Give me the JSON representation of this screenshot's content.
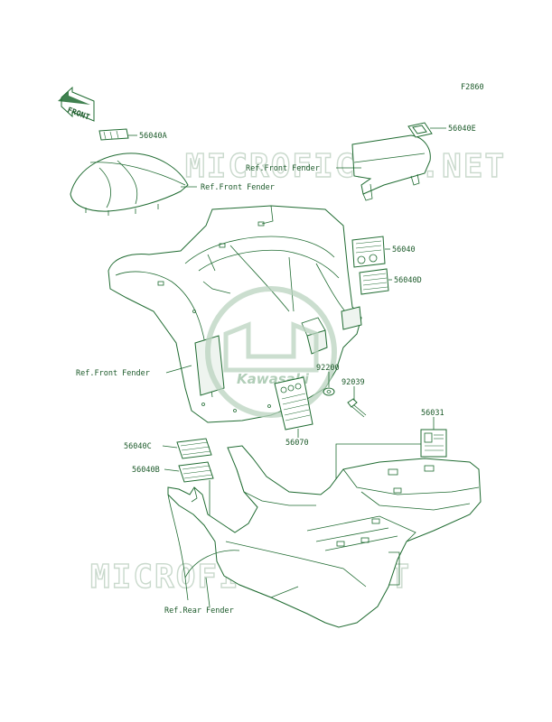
{
  "figure_code": "F2860",
  "front_arrow_text": "FRONT",
  "watermark_text": "MICROFICHES.NET",
  "logo_text": "Kawasaki",
  "labels": {
    "p56040A": "56040A",
    "p56040E": "56040E",
    "p56040": "56040",
    "p56040D": "56040D",
    "p92200": "92200",
    "p92039": "92039",
    "p56070": "56070",
    "p56031": "56031",
    "p56040C": "56040C",
    "p56040B": "56040B",
    "ref_front_fender": "Ref.Front Fender",
    "ref_rear_fender": "Ref.Rear Fender"
  },
  "colors": {
    "line": "#1f6b31",
    "text": "#1c5a2a",
    "watermark": "#c9d9cc",
    "logo": "#b9d3bf"
  }
}
